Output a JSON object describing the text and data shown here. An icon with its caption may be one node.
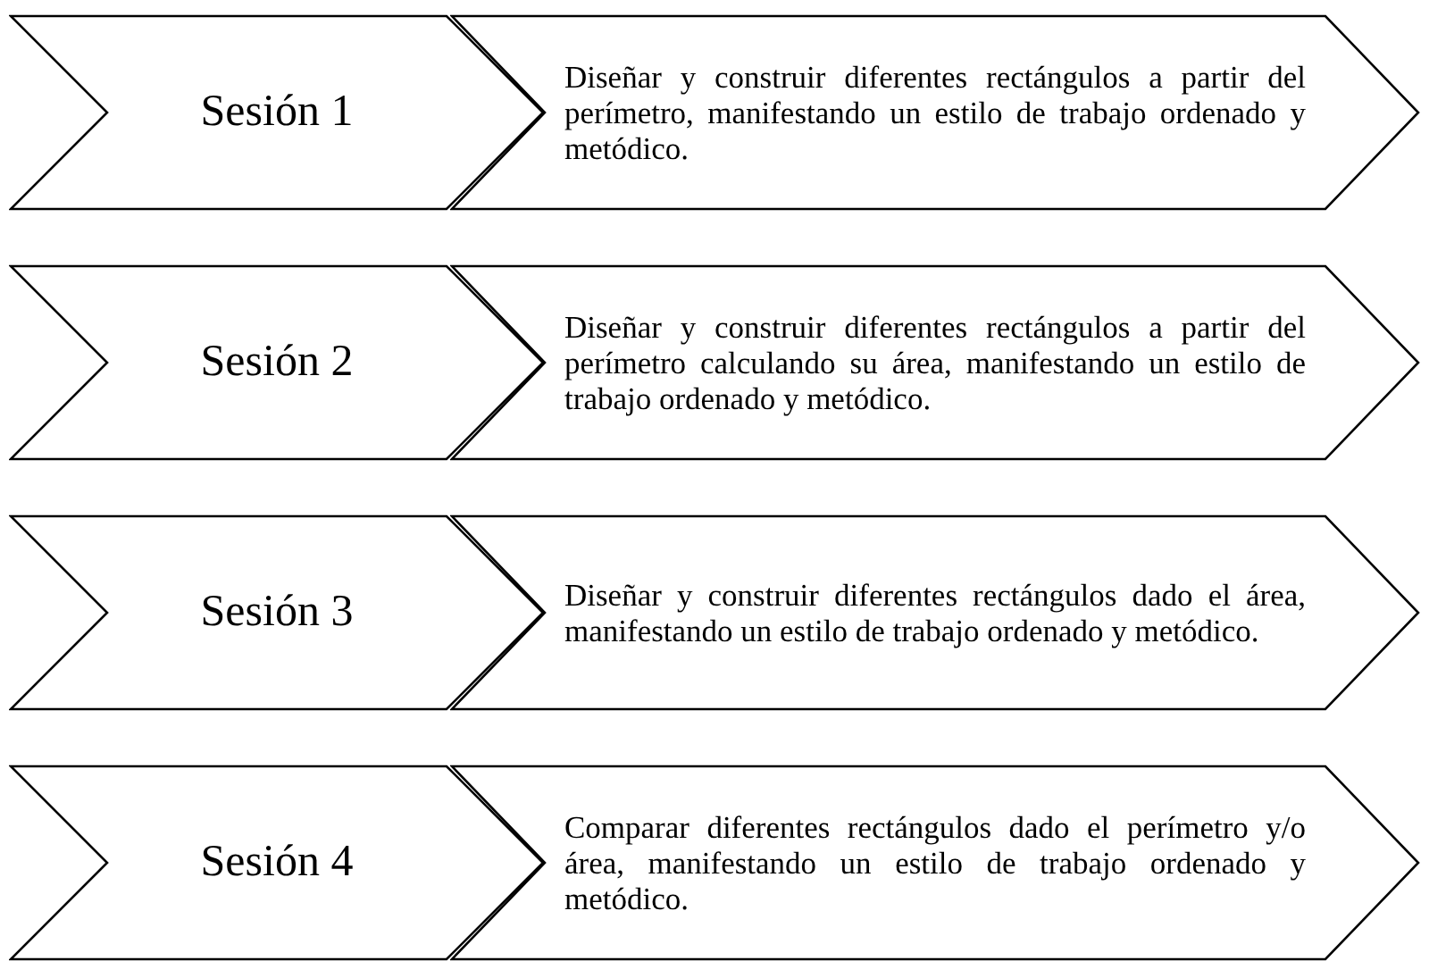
{
  "diagram": {
    "nodes": [
      {
        "text": [
          "Sesión 1"
        ]
      },
      {
        "text": [
          "Diseñar y construir diferentes rectángulos a partir del perímetro, manifestando un estilo de trabajo ordenado y metódico."
        ]
      },
      {
        "text": [
          "Sesión 2"
        ]
      },
      {
        "text": [
          "Diseñar y construir diferentes rectángulos a partir del perímetro calculando su área, manifestando un estilo de trabajo ordenado y metódico."
        ]
      },
      {
        "text": [
          "Sesión 3"
        ]
      },
      {
        "text": [
          "Diseñar y construir diferentes rectángulos dado el área, manifestando un estilo de trabajo ordenado y metódico."
        ]
      },
      {
        "text": [
          "Sesión 4"
        ]
      },
      {
        "text": [
          "Comparar diferentes rectángulos dado el perímetro y/o área, manifestando un estilo de trabajo ordenado y metódico."
        ]
      }
    ]
  }
}
